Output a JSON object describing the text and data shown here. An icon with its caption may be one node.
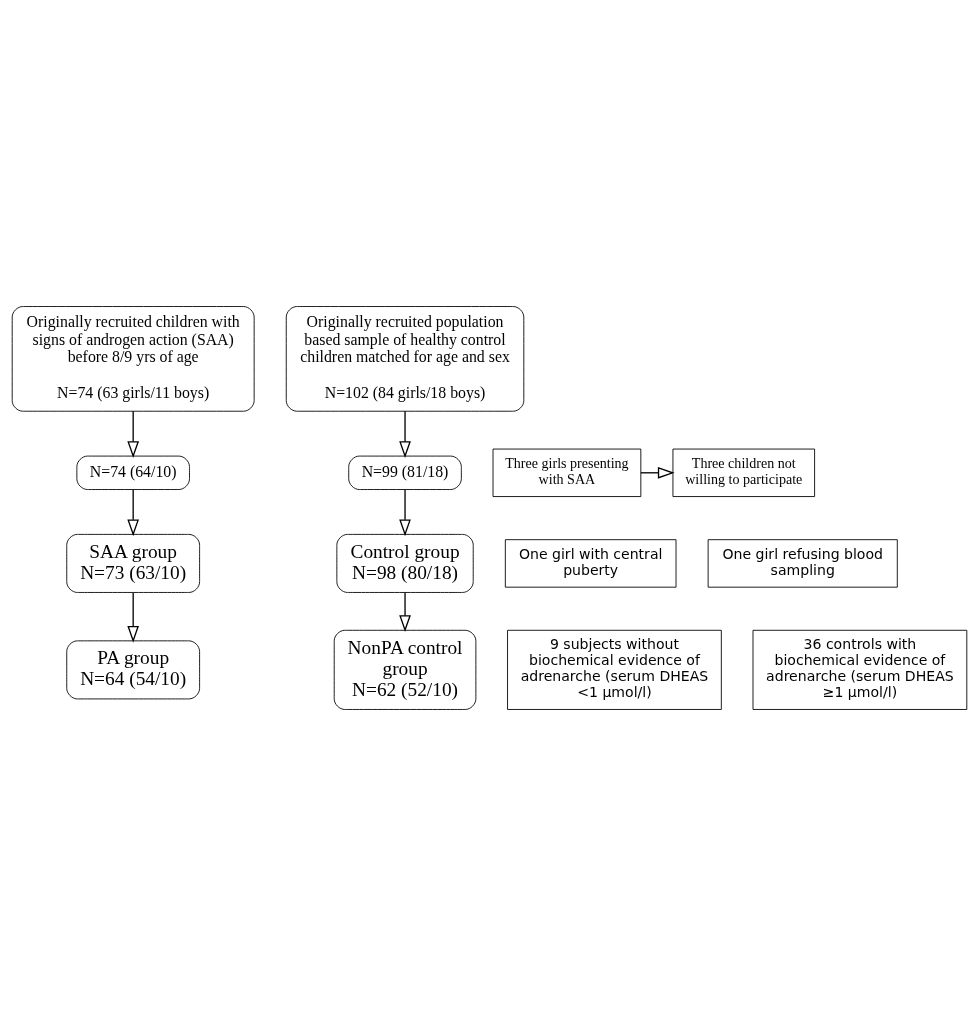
{
  "diagram": {
    "nodes": [
      {
        "text": [
          "Originally recruited children with signs of androgen action (SAA) before 8/9 yrs of age",
          "N=74 (63 girls/11 boys)"
        ]
      },
      {
        "text": [
          "Originally recruited population based sample of healthy control children matched for age and sex",
          "N=102 (84 girls/18 boys)"
        ]
      },
      {
        "text": [
          "Three children not willing to participate"
        ]
      },
      {
        "text": [
          "Three girls presenting with SAA"
        ]
      },
      {
        "text": [
          "N=74 (64/10)"
        ]
      },
      {
        "text": [
          "N=99 (81/18)"
        ]
      },
      {
        "text": [
          "One girl with central puberty"
        ]
      },
      {
        "text": [
          "One girl refusing blood sampling"
        ]
      },
      {
        "text": [
          "SAA group",
          "N=73 (63/10)"
        ]
      },
      {
        "text": [
          "Control group",
          "N=98 (80/18)"
        ]
      },
      {
        "text": [
          "9 subjects without biochemical evidence of adrenarche (serum DHEAS <1 µmol/l)"
        ]
      },
      {
        "text": [
          "36 controls with biochemical evidence of adrenarche (serum DHEAS ≥1 µmol/l)"
        ]
      },
      {
        "text": [
          "PA group",
          "N=64 (54/10)"
        ]
      },
      {
        "text": [
          "NonPA control group",
          "N=62 (52/10)"
        ]
      }
    ],
    "edges": [
      {
        "from": 0,
        "to": 4,
        "arrow": "to"
      },
      {
        "from": 1,
        "to": 5,
        "arrow": "to"
      },
      {
        "from": 3,
        "to": 2,
        "arrow": "to"
      },
      {
        "from": 4,
        "to": 8,
        "arrow": "to"
      },
      {
        "from": 5,
        "to": 9,
        "arrow": "to"
      },
      {
        "from": 8,
        "to": 12,
        "arrow": "to"
      },
      {
        "from": 9,
        "to": 13,
        "arrow": "to"
      }
    ]
  }
}
